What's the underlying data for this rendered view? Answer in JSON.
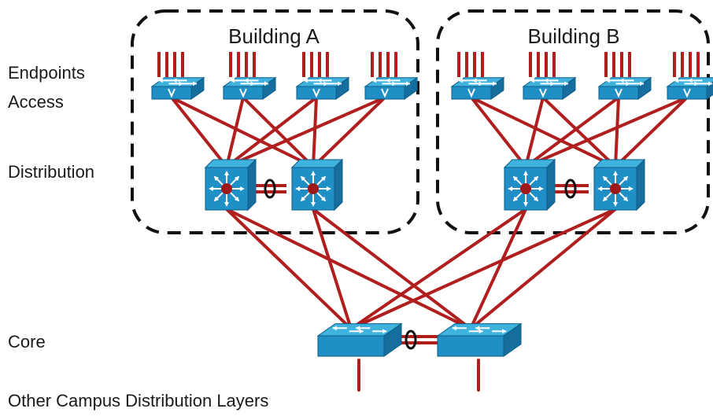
{
  "buildings": [
    {
      "name": "Building A"
    },
    {
      "name": "Building B"
    }
  ],
  "layers": {
    "endpoints": "Endpoints",
    "access": "Access",
    "distribution": "Distribution",
    "core": "Core",
    "other": "Other Campus Distribution Layers"
  },
  "colors": {
    "link": "#b01e1e",
    "switch_top": "#3fb2de",
    "switch_front": "#1f8fc6",
    "switch_side": "#156e9e",
    "boundary": "#111111",
    "etherchannel": "#111111"
  },
  "icons": {
    "access_switch": "workgroup-switch-icon",
    "distribution_switch": "layer3-switch-icon",
    "core_switch": "workgroup-switch-icon",
    "etherchannel": "etherchannel-ring-icon"
  }
}
